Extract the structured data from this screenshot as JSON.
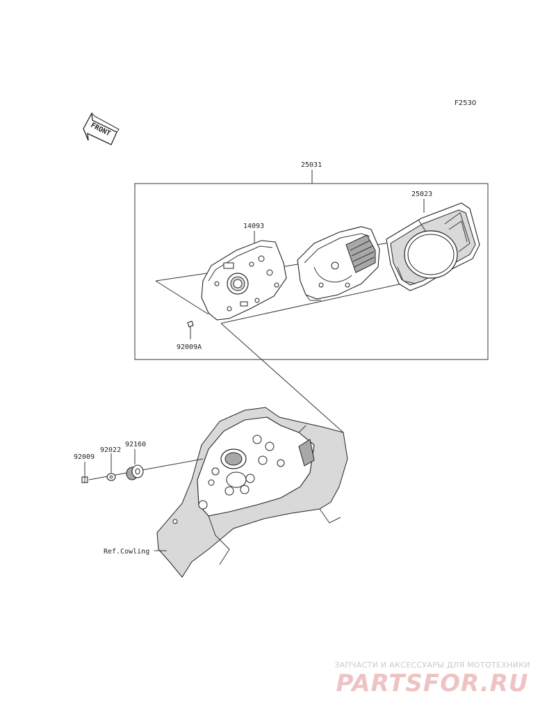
{
  "figure_code": "F2530",
  "front_arrow_label": "FRONT",
  "parts": {
    "assembly": "25031",
    "case_cover": "25023",
    "lower_case": "14093",
    "screw_a": "92009A",
    "screw": "92009",
    "washer": "92022",
    "damper": "92160"
  },
  "reference_label": "Ref.Cowling",
  "watermark": {
    "caption": "ЗАПЧАСТИ И АКСЕССУАРЫ ДЛЯ МОТОТЕХНИКИ",
    "logo": "PARTSFOR.RU"
  }
}
